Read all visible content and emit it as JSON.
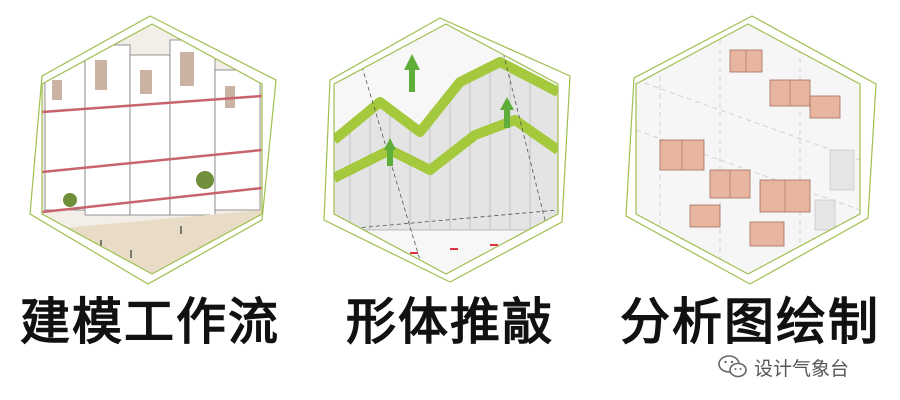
{
  "panels": [
    {
      "caption": "建模工作流",
      "illustration": "axonometric-street-model"
    },
    {
      "caption": "形体推敲",
      "illustration": "green-terraced-massing"
    },
    {
      "caption": "分析图绘制",
      "illustration": "pink-room-blocks"
    }
  ],
  "watermark": {
    "text": "设计气象台",
    "icon": "wechat-icon"
  },
  "colors": {
    "frame_outline": "#9fbf4f",
    "caption_text": "#111111",
    "massing_green": "#a5c93c",
    "room_pink": "#e9b5a0",
    "street_red": "#c8646e"
  }
}
